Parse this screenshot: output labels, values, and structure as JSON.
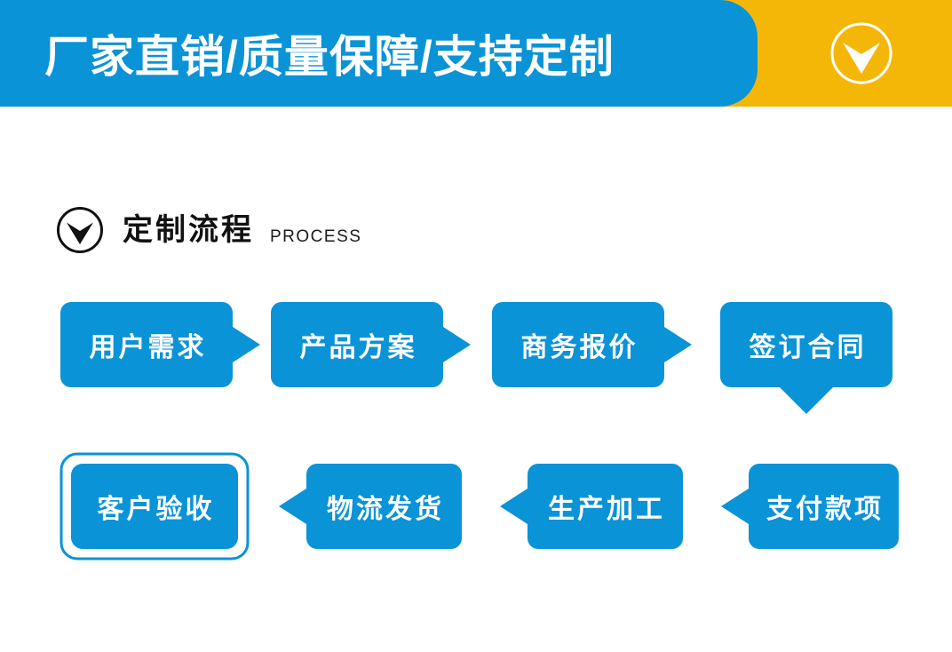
{
  "theme": {
    "blue": "#0A93D7",
    "yellow": "#F5B707",
    "white": "#FFFFFF",
    "text_dark": "#111111"
  },
  "header": {
    "title": "厂家直销/质量保障/支持定制",
    "badge_icon": "chevron-down-circle-icon"
  },
  "section": {
    "icon": "chevron-down-circle-icon",
    "title_cn": "定制流程",
    "title_en": "PROCESS"
  },
  "process": {
    "row1": [
      {
        "label": "用户需求",
        "shape": "arrow-right",
        "highlighted": false
      },
      {
        "label": "产品方案",
        "shape": "arrow-right",
        "highlighted": false
      },
      {
        "label": "商务报价",
        "shape": "arrow-right",
        "highlighted": false
      },
      {
        "label": "签订合同",
        "shape": "arrow-down",
        "highlighted": false
      }
    ],
    "row2": [
      {
        "label": "客户验收",
        "shape": "rounded-outlined",
        "highlighted": true
      },
      {
        "label": "物流发货",
        "shape": "arrow-left",
        "highlighted": false
      },
      {
        "label": "生产加工",
        "shape": "arrow-left",
        "highlighted": false
      },
      {
        "label": "支付款项",
        "shape": "arrow-left",
        "highlighted": false
      }
    ]
  }
}
